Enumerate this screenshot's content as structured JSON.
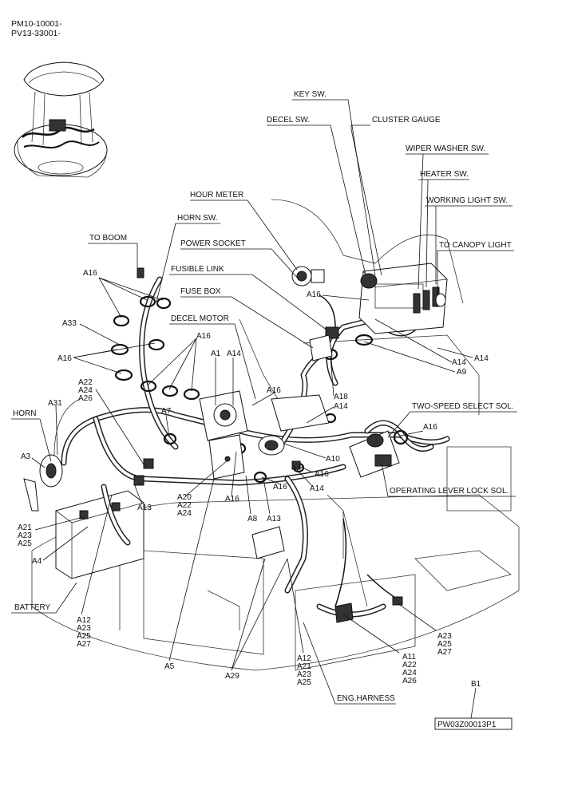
{
  "header": {
    "line1": "PM10-10001-",
    "line2": "PV13-33001-"
  },
  "callouts": {
    "key_sw": "KEY SW.",
    "decel_sw": "DECEL SW.",
    "cluster_gauge": "CLUSTER GAUGE",
    "wiper_washer_sw": "WIPER WASHER SW.",
    "heater_sw": "HEATER SW.",
    "working_light_sw": "WORKING LIGHT SW.",
    "to_canopy_light": "TO CANOPY LIGHT",
    "hour_meter": "HOUR METER",
    "horn_sw": "HORN SW.",
    "to_boom": "TO BOOM",
    "power_socket": "POWER SOCKET",
    "fusible_link": "FUSIBLE LINK",
    "fuse_box": "FUSE BOX",
    "decel_motor": "DECEL MOTOR",
    "two_speed_select_sol": "TWO-SPEED SELECT SOL.",
    "horn": "HORN",
    "operating_lever_lock_sol": "OPERATING LEVER LOCK SOL.",
    "battery": "BATTERY",
    "eng_harness": "ENG.HARNESS"
  },
  "refs": {
    "a16_boom": "A16",
    "a33": "A33",
    "a16_left": "A16",
    "a16_center": "A16",
    "a1": "A1",
    "a14_top": "A14",
    "a16_key": "A16",
    "a14_right1": "A14",
    "a14_right2": "A14",
    "a9": "A9",
    "a18": "A18",
    "a14_mid": "A14",
    "a16_mid": "A16",
    "a22_stack": [
      "A22",
      "A24",
      "A26"
    ],
    "a31": "A31",
    "a7": "A7",
    "a16_sol": "A16",
    "a3": "A3",
    "a10": "A10",
    "a16_lower": "A16",
    "a16_lower2": "A16",
    "a14_lower": "A14",
    "a13_left": "A13",
    "a20_stack": [
      "A20",
      "A22",
      "A24"
    ],
    "a16_bottom": "A16",
    "a8": "A8",
    "a13_right": "A13",
    "a21_stack": [
      "A21",
      "A23",
      "A25"
    ],
    "a4": "A4",
    "a12_stack_left": [
      "A12",
      "A23",
      "A25",
      "A27"
    ],
    "a5": "A5",
    "a29": "A29",
    "a12_stack_bottom": [
      "A12",
      "A21",
      "A23",
      "A25"
    ],
    "a11_stack": [
      "A11",
      "A22",
      "A24",
      "A26"
    ],
    "a23_stack": [
      "A23",
      "A25",
      "A27"
    ]
  },
  "figure": {
    "view": "B1",
    "code": "PW03Z00013P1"
  }
}
